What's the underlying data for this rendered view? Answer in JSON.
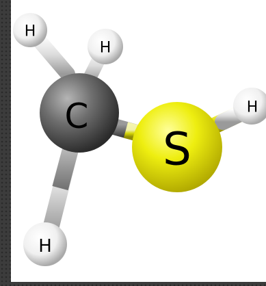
{
  "molecule": {
    "atoms": [
      {
        "id": "c1",
        "symbol": "C",
        "element": "carbon",
        "color": "#555555"
      },
      {
        "id": "s1",
        "symbol": "S",
        "element": "sulfur",
        "color": "#e6e600"
      },
      {
        "id": "h1",
        "symbol": "H",
        "element": "hydrogen",
        "color": "#f2f2f2"
      },
      {
        "id": "h2",
        "symbol": "H",
        "element": "hydrogen",
        "color": "#f2f2f2"
      },
      {
        "id": "h3",
        "symbol": "H",
        "element": "hydrogen",
        "color": "#f2f2f2"
      },
      {
        "id": "h4",
        "symbol": "H",
        "element": "hydrogen",
        "color": "#f2f2f2"
      }
    ],
    "bonds": [
      [
        "c1",
        "h1"
      ],
      [
        "c1",
        "h2"
      ],
      [
        "c1",
        "h3"
      ],
      [
        "c1",
        "s1"
      ],
      [
        "s1",
        "h4"
      ]
    ]
  }
}
